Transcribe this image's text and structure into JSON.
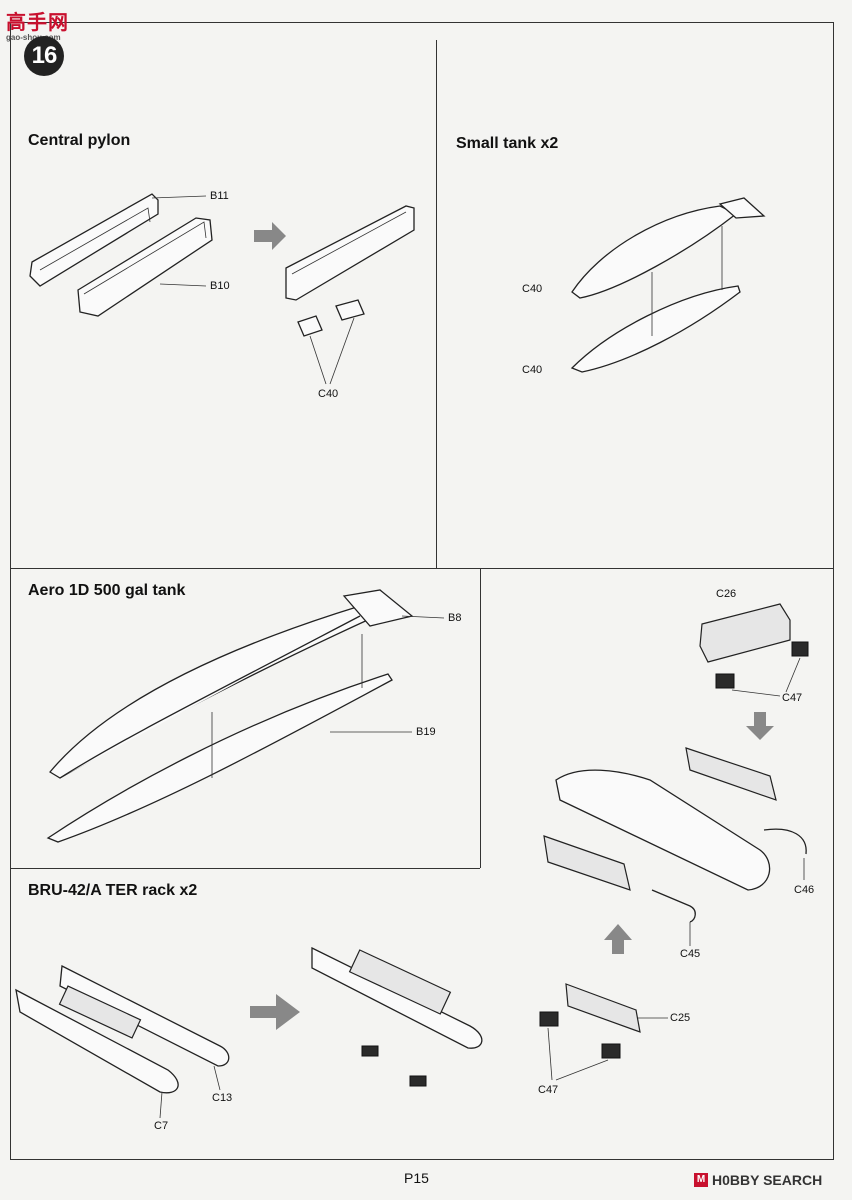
{
  "step_number": "16",
  "sections": {
    "central_pylon": {
      "title": "Central pylon",
      "parts": [
        "B11",
        "B10",
        "C40"
      ]
    },
    "small_tank": {
      "title": "Small tank  x2",
      "parts": [
        "C40",
        "C40"
      ]
    },
    "aero_tank": {
      "title": "Aero 1D 500 gal tank",
      "parts": [
        "B8",
        "B19"
      ]
    },
    "bru_rack": {
      "title": "BRU-42/A TER rack  x2",
      "parts": [
        "C13",
        "C7"
      ]
    },
    "ter_assembly": {
      "parts": [
        "C26",
        "C47",
        "C46",
        "C45",
        "C25",
        "C47"
      ]
    }
  },
  "page": {
    "number": "P15"
  },
  "watermark_top": {
    "main": "高手网",
    "sub": "gao-shou.com"
  },
  "watermark_bottom": {
    "logo": "M",
    "text": "H0BBY SEARCH"
  }
}
